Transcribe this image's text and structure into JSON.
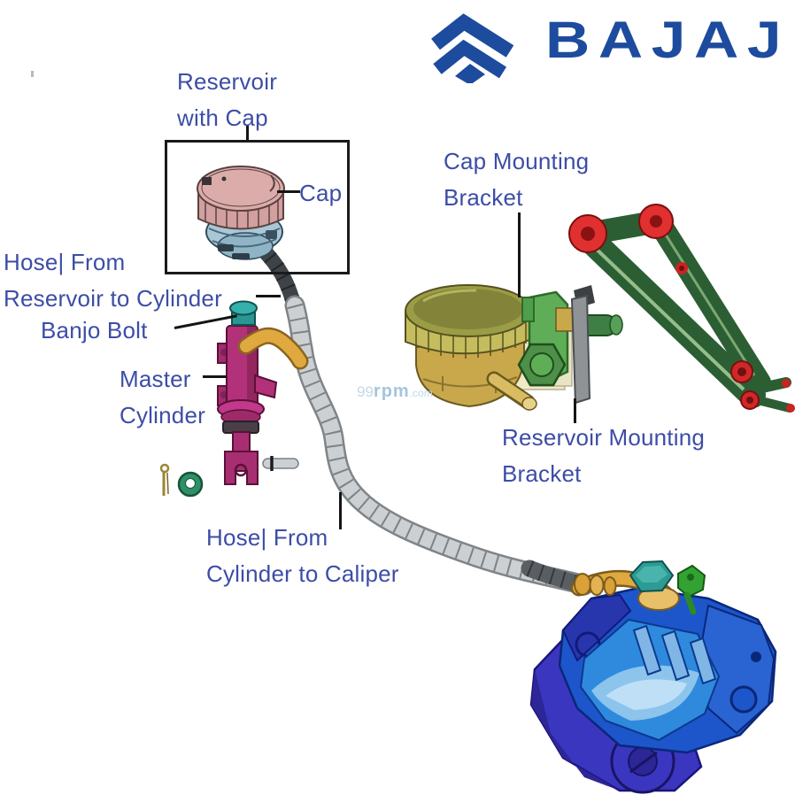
{
  "brand": {
    "name": "BAJAJ",
    "logo_color": "#1d4b9e"
  },
  "watermark": {
    "prefix": "99",
    "mid": "rpm",
    "suffix": ".com"
  },
  "labels": {
    "reservoir_with_cap": "Reservoir\nwith Cap",
    "cap": "Cap",
    "hose_reservoir_to_cylinder": "Hose| From\nReservoir to Cylinder",
    "banjo_bolt": "Banjo Bolt",
    "master_cylinder": "Master\nCylinder",
    "cap_mounting_bracket": "Cap Mounting\nBracket",
    "reservoir_mounting_bracket": "Reservoir Mounting\nBracket",
    "hose_cylinder_to_caliper": "Hose| From\nCylinder to Caliper"
  },
  "colors": {
    "label_text": "#3c4da6",
    "leader_line": "#151515",
    "brand_blue": "#1d4b9e",
    "watermark_blue": "#a9c8de",
    "cap_pink": "#dcacaa",
    "reservoir_body_blue": "#a9c7d6",
    "hose_gray": "#ccd0d3",
    "banjo_bolt_teal": "#2e9e9a",
    "fitting_gold": "#dfa93f",
    "master_cylinder_magenta": "#b23179",
    "washer_green": "#2f9068",
    "rear_reservoir_cap_yellow": "#c5bc5e",
    "rear_reservoir_body_gold": "#c9a84c",
    "clamp_green": "#5fae57",
    "mount_strip_gray": "#8f9396",
    "arm_green": "#2c5e34",
    "bushing_red": "#e03030",
    "caliper_blue": "#1d55cb",
    "caliper_light_blue": "#2f8ade",
    "caliper_base_indigo": "#3b36c0",
    "bleeder_green": "#33a233"
  }
}
